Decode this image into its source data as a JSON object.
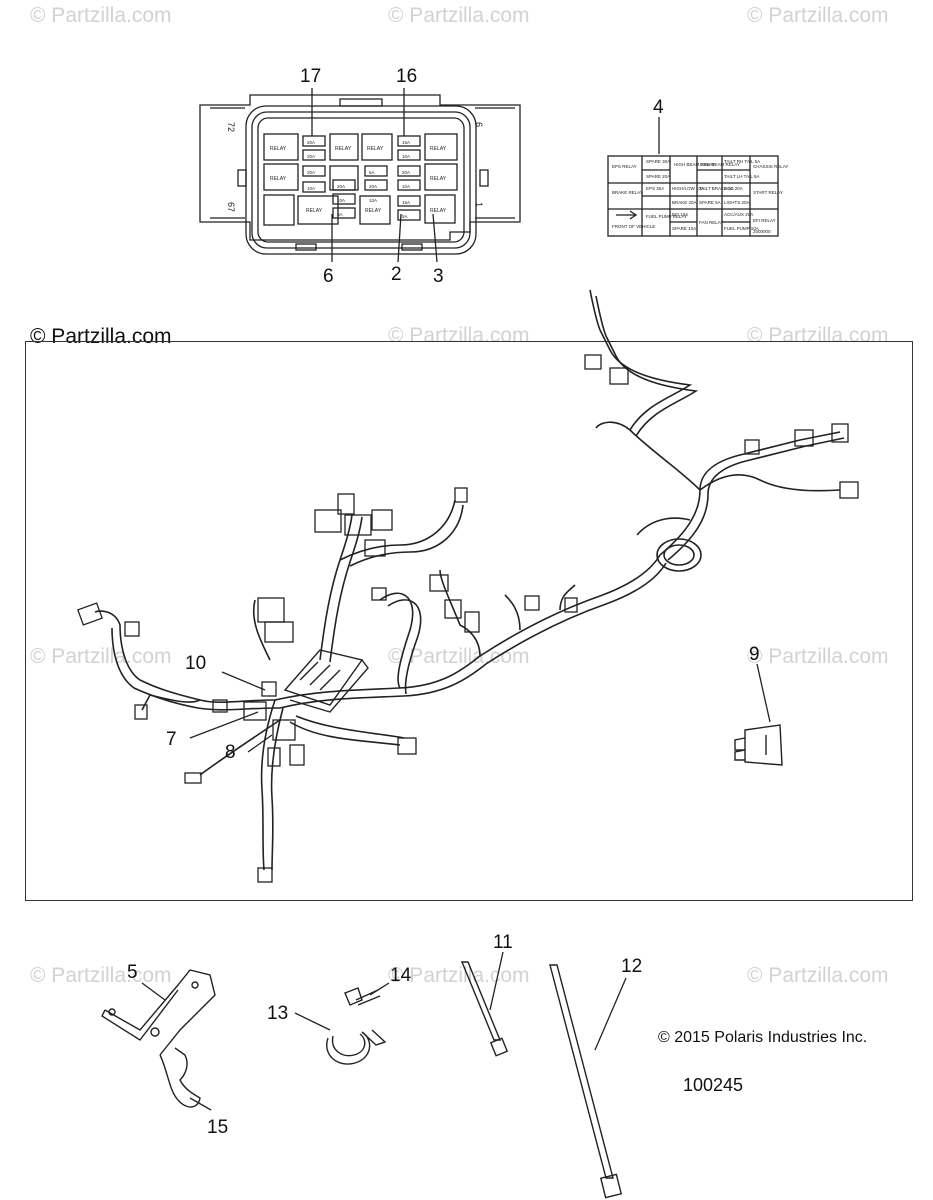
{
  "watermarks": {
    "text": "© Partzilla.com"
  },
  "header_label": "© Partzilla.com",
  "callouts": {
    "c1": "17",
    "c2": "16",
    "c3": "4",
    "c4": "6",
    "c5": "2",
    "c6": "3",
    "c7": "10",
    "c8": "7",
    "c9": "8",
    "c10": "9",
    "c11": "11",
    "c12": "12",
    "c13": "5",
    "c14": "14",
    "c15": "13",
    "c16": "15"
  },
  "fusebox": {
    "pin_top": "72",
    "pin_bottom": "67",
    "pin_right_top": "6",
    "pin_right_bottom": "1",
    "relay": "RELAY",
    "fuses": [
      "20A",
      "20A",
      "20A",
      "10A",
      "20A",
      "10A",
      "5A",
      "20A",
      "15A",
      "10A",
      "20A",
      "10A",
      "15A",
      "5A",
      "5A",
      "10A"
    ]
  },
  "label_card": {
    "cells": [
      [
        "EPS RELAY",
        "SPARE 30A",
        "HIGH BEAM RELAY",
        "LOW BEAM RELAY",
        "TAILT RH TAIL 5A",
        "CHASSIS RELAY"
      ],
      [
        "",
        "SPARE 20A",
        "",
        "",
        "TAILT LH TAIL 5A",
        ""
      ],
      [
        "BRAKE RELAY",
        "EPS 30A",
        "HIGH/LOW 10A",
        "TAILT BRAKE 5A",
        "ACC 20A",
        "START RELAY"
      ],
      [
        "",
        "",
        "BRAKE 20A",
        "SPARE 5A",
        "LIGHTS 20A",
        ""
      ],
      [
        "",
        "FUEL PUMP RELAY",
        "EFI 10A",
        "FAN RELAY",
        "ACC/AUX 20A",
        "EFI RELAY"
      ],
      [
        "FRONT OF VEHICLE",
        "",
        "SPARE 10A",
        "",
        "FUEL PUMP 10A",
        "2000000"
      ]
    ]
  },
  "copyright": "© 2015 Polaris Industries Inc.",
  "reference": "100245"
}
